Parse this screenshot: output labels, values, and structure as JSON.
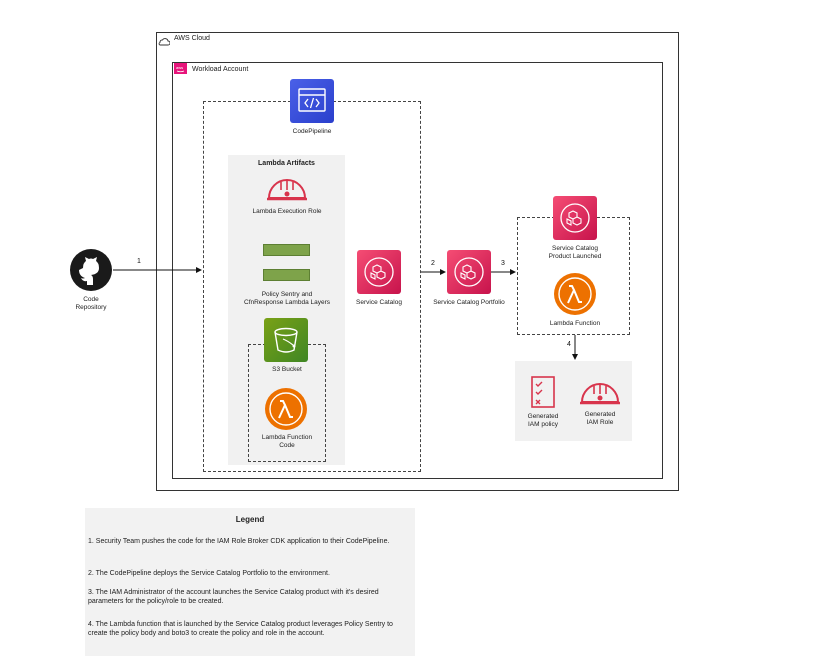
{
  "groups": {
    "aws_cloud": "AWS Cloud",
    "workload_account": "Workload Account",
    "lambda_artifacts": "Lambda Artifacts"
  },
  "nodes": {
    "code_repository": "Code\nRepository",
    "codepipeline": "CodePipeline",
    "lambda_execution_role": "Lambda Execution Role",
    "policy_layers": "Policy Sentry and\nCfnResponse Lambda Layers",
    "s3_bucket": "S3 Bucket",
    "lambda_function_code": "Lambda Function\nCode",
    "service_catalog": "Service Catalog",
    "service_catalog_portfolio": "Service Catalog Portfolio",
    "service_catalog_product_launched": "Service Catalog\nProduct Launched",
    "lambda_function": "Lambda Function",
    "generated_iam_policy": "Generated\nIAM policy",
    "generated_iam_role": "Generated\nIAM Role"
  },
  "steps": {
    "s1": "1",
    "s2": "2",
    "s3": "3",
    "s4": "4"
  },
  "legend": {
    "title": "Legend",
    "items": [
      "1.  Security Team pushes the code for the IAM Role Broker CDK application to their CodePipeline.",
      "2. The CodePipeline deploys the Service Catalog Portfolio to the environment.",
      "3. The IAM Administrator of the account launches the Service Catalog product with it's desired parameters for the policy/role to be created.",
      "4. The Lambda function that is launched by the Service Catalog product leverages Policy Sentry to create the policy body and boto3 to create the policy and role in the account."
    ]
  },
  "colors": {
    "service_catalog": "#e7155a",
    "codepipeline": "#3b48cc",
    "lambda": "#ed7100",
    "s3": "#7aa116",
    "iam_role": "#dd344c",
    "layer_bar": "#7ea34a"
  },
  "icons": {
    "aws_cloud": "cloud-icon",
    "workload_account": "aws-account-icon",
    "code_repository": "github-icon",
    "codepipeline": "codepipeline-icon",
    "lambda_execution_role": "iam-role-helmet-icon",
    "service_catalog": "service-catalog-icon",
    "lambda_function": "lambda-icon",
    "s3_bucket": "s3-bucket-icon",
    "generated_iam_policy": "checklist-icon",
    "generated_iam_role": "iam-role-helmet-icon"
  }
}
